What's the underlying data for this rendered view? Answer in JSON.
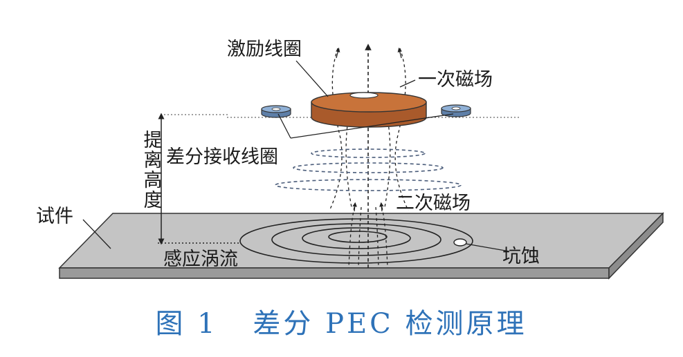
{
  "labels": {
    "excitation_coil": "激励线圈",
    "primary_field": "一次磁场",
    "lift_off_height": "提离高度",
    "diff_receiver_coil": "差分接收线圈",
    "secondary_field": "二次磁场",
    "specimen": "试件",
    "eddy_current": "感应涡流",
    "pit": "坑蚀"
  },
  "caption": {
    "figure_number": "图 1",
    "title": "差分 PEC 检测原理"
  },
  "colors": {
    "coil_brown": "#b05e2c",
    "coil_top": "#c8733a",
    "sensor_blue": "#6f93bf",
    "plate_top": "#c4c4c4",
    "plate_edge": "#8c8c8c",
    "field_dash": "#4a5c7a",
    "caption_blue": "#2e72b8"
  }
}
